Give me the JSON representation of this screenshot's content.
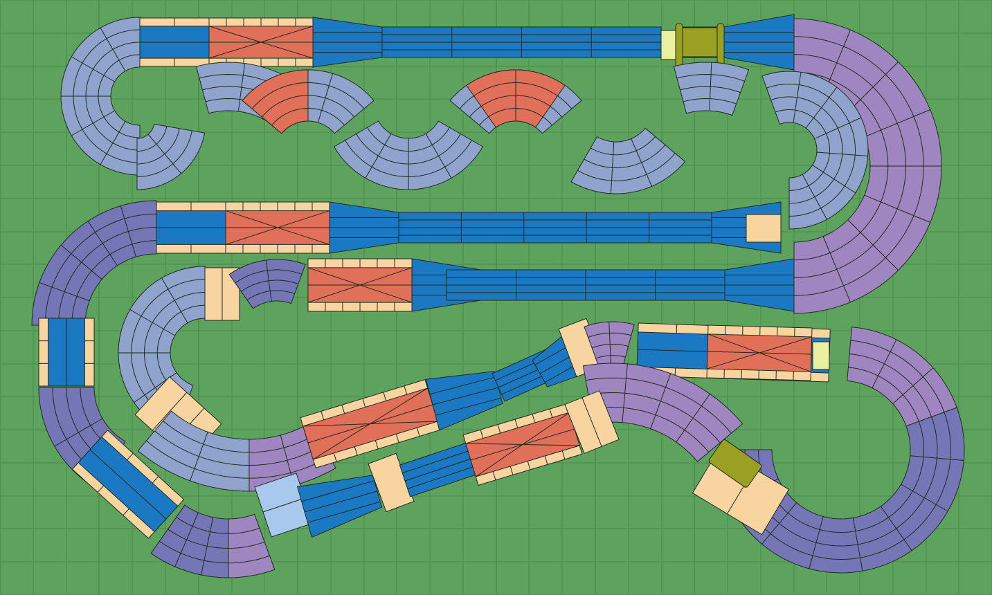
{
  "colors": {
    "background": "#5da35d",
    "grid": "#4c8a4c",
    "lane_lines": "#1f2a1f",
    "curve_light": "#8fa3cc",
    "curve_medium": "#7576b5",
    "curve_purple": "#9f86c0",
    "straight_blue": "#1b78c2",
    "crossover_red": "#e1705a",
    "border_peach": "#f7d4a0",
    "pale_yellow": "#eaf0a0",
    "light_blue_block": "#a8c8ee",
    "lap_counter": "#9aa022"
  },
  "legend": {
    "piece_types": [
      "curve-light",
      "curve-medium",
      "curve-purple",
      "straight",
      "crossover",
      "border",
      "lap-counter"
    ]
  }
}
